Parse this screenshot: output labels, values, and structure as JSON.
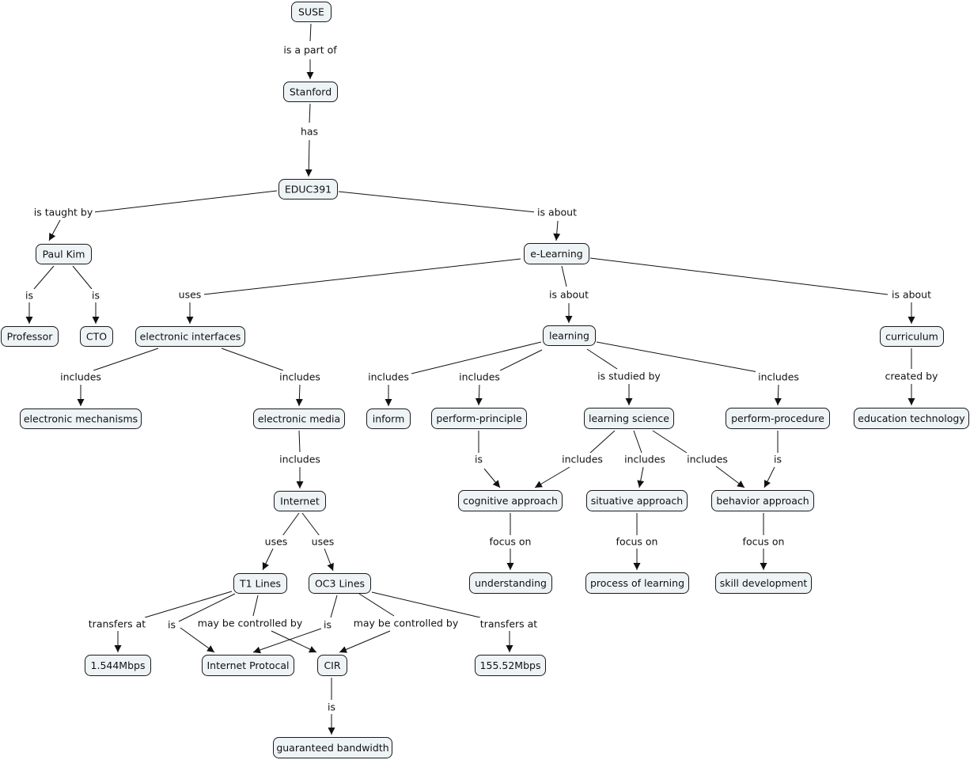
{
  "title": "EDUC391 concept map",
  "colors": {
    "node_fill": "#eef3f5",
    "node_stroke": "#1a1a1a",
    "line": "#111111",
    "background": "#ffffff"
  },
  "concepts": [
    {
      "id": "suse",
      "label": "SUSE"
    },
    {
      "id": "stanford",
      "label": "Stanford"
    },
    {
      "id": "educ391",
      "label": "EDUC391"
    },
    {
      "id": "paul_kim",
      "label": "Paul Kim"
    },
    {
      "id": "e_learning",
      "label": "e-Learning"
    },
    {
      "id": "professor",
      "label": "Professor"
    },
    {
      "id": "cto",
      "label": "CTO"
    },
    {
      "id": "electronic_interfaces",
      "label": "electronic interfaces"
    },
    {
      "id": "learning",
      "label": "learning"
    },
    {
      "id": "curriculum",
      "label": "curriculum"
    },
    {
      "id": "electronic_mechanisms",
      "label": "electronic mechanisms"
    },
    {
      "id": "electronic_media",
      "label": "electronic media"
    },
    {
      "id": "inform",
      "label": "inform"
    },
    {
      "id": "perform_principle",
      "label": "perform-principle"
    },
    {
      "id": "learning_science",
      "label": "learning science"
    },
    {
      "id": "perform_procedure",
      "label": "perform-procedure"
    },
    {
      "id": "education_technology",
      "label": "education technology"
    },
    {
      "id": "internet",
      "label": "Internet"
    },
    {
      "id": "cognitive_approach",
      "label": "cognitive approach"
    },
    {
      "id": "situative_approach",
      "label": "situative approach"
    },
    {
      "id": "behavior_approach",
      "label": "behavior approach"
    },
    {
      "id": "t1_lines",
      "label": "T1 Lines"
    },
    {
      "id": "oc3_lines",
      "label": "OC3 Lines"
    },
    {
      "id": "understanding",
      "label": "understanding"
    },
    {
      "id": "process_of_learning",
      "label": "process of learning"
    },
    {
      "id": "skill_development",
      "label": "skill development"
    },
    {
      "id": "mbps_1544",
      "label": "1.544Mbps"
    },
    {
      "id": "internet_protocal",
      "label": "Internet Protocal"
    },
    {
      "id": "cir",
      "label": "CIR"
    },
    {
      "id": "mbps_15552",
      "label": "155.52Mbps"
    },
    {
      "id": "guaranteed_bandwidth",
      "label": "guaranteed bandwidth"
    }
  ],
  "links": [
    {
      "id": "l1",
      "label": "is a part of",
      "from": [
        "suse"
      ],
      "to": [
        "stanford"
      ]
    },
    {
      "id": "l2",
      "label": "has",
      "from": [
        "stanford"
      ],
      "to": [
        "educ391"
      ]
    },
    {
      "id": "l3",
      "label": "is taught by",
      "from": [
        "educ391"
      ],
      "to": [
        "paul_kim"
      ]
    },
    {
      "id": "l4",
      "label": "is about",
      "from": [
        "educ391"
      ],
      "to": [
        "e_learning"
      ]
    },
    {
      "id": "l5",
      "label": "is",
      "from": [
        "paul_kim"
      ],
      "to": [
        "professor"
      ]
    },
    {
      "id": "l6",
      "label": "is",
      "from": [
        "paul_kim"
      ],
      "to": [
        "cto"
      ]
    },
    {
      "id": "l7",
      "label": "uses",
      "from": [
        "e_learning"
      ],
      "to": [
        "electronic_interfaces"
      ]
    },
    {
      "id": "l8",
      "label": "is about",
      "from": [
        "e_learning"
      ],
      "to": [
        "learning"
      ]
    },
    {
      "id": "l9",
      "label": "is about",
      "from": [
        "e_learning"
      ],
      "to": [
        "curriculum"
      ]
    },
    {
      "id": "l10",
      "label": "includes",
      "from": [
        "electronic_interfaces"
      ],
      "to": [
        "electronic_mechanisms"
      ]
    },
    {
      "id": "l11",
      "label": "includes",
      "from": [
        "electronic_interfaces"
      ],
      "to": [
        "electronic_media"
      ]
    },
    {
      "id": "l12",
      "label": "includes",
      "from": [
        "learning"
      ],
      "to": [
        "inform"
      ]
    },
    {
      "id": "l13",
      "label": "includes",
      "from": [
        "learning"
      ],
      "to": [
        "perform_principle"
      ]
    },
    {
      "id": "l14",
      "label": "is studied by",
      "from": [
        "learning"
      ],
      "to": [
        "learning_science"
      ]
    },
    {
      "id": "l15",
      "label": "includes",
      "from": [
        "learning"
      ],
      "to": [
        "perform_procedure"
      ]
    },
    {
      "id": "l16",
      "label": "created by",
      "from": [
        "curriculum"
      ],
      "to": [
        "education_technology"
      ]
    },
    {
      "id": "l17",
      "label": "includes",
      "from": [
        "electronic_media"
      ],
      "to": [
        "internet"
      ]
    },
    {
      "id": "l18",
      "label": "is",
      "from": [
        "perform_principle"
      ],
      "to": [
        "cognitive_approach"
      ]
    },
    {
      "id": "l19",
      "label": "includes",
      "from": [
        "learning_science"
      ],
      "to": [
        "cognitive_approach"
      ]
    },
    {
      "id": "l20",
      "label": "includes",
      "from": [
        "learning_science"
      ],
      "to": [
        "situative_approach"
      ]
    },
    {
      "id": "l21",
      "label": "includes",
      "from": [
        "learning_science"
      ],
      "to": [
        "behavior_approach"
      ]
    },
    {
      "id": "l22",
      "label": "is",
      "from": [
        "perform_procedure"
      ],
      "to": [
        "behavior_approach"
      ]
    },
    {
      "id": "l23",
      "label": "uses",
      "from": [
        "internet"
      ],
      "to": [
        "t1_lines"
      ]
    },
    {
      "id": "l24",
      "label": "uses",
      "from": [
        "internet"
      ],
      "to": [
        "oc3_lines"
      ]
    },
    {
      "id": "l25",
      "label": "focus on",
      "from": [
        "cognitive_approach"
      ],
      "to": [
        "understanding"
      ]
    },
    {
      "id": "l26",
      "label": "focus on",
      "from": [
        "situative_approach"
      ],
      "to": [
        "process_of_learning"
      ]
    },
    {
      "id": "l27",
      "label": "focus on",
      "from": [
        "behavior_approach"
      ],
      "to": [
        "skill_development"
      ]
    },
    {
      "id": "l28",
      "label": "transfers at",
      "from": [
        "t1_lines"
      ],
      "to": [
        "mbps_1544"
      ]
    },
    {
      "id": "l29",
      "label": "is",
      "from": [
        "t1_lines"
      ],
      "to": [
        "internet_protocal"
      ]
    },
    {
      "id": "l30",
      "label": "may be controlled by",
      "from": [
        "t1_lines"
      ],
      "to": [
        "cir"
      ]
    },
    {
      "id": "l31",
      "label": "is",
      "from": [
        "oc3_lines"
      ],
      "to": [
        "internet_protocal"
      ]
    },
    {
      "id": "l32",
      "label": "may be controlled by",
      "from": [
        "oc3_lines"
      ],
      "to": [
        "cir"
      ]
    },
    {
      "id": "l33",
      "label": "transfers at",
      "from": [
        "oc3_lines"
      ],
      "to": [
        "mbps_15552"
      ]
    },
    {
      "id": "l34",
      "label": "is",
      "from": [
        "cir"
      ],
      "to": [
        "guaranteed_bandwidth"
      ]
    }
  ]
}
